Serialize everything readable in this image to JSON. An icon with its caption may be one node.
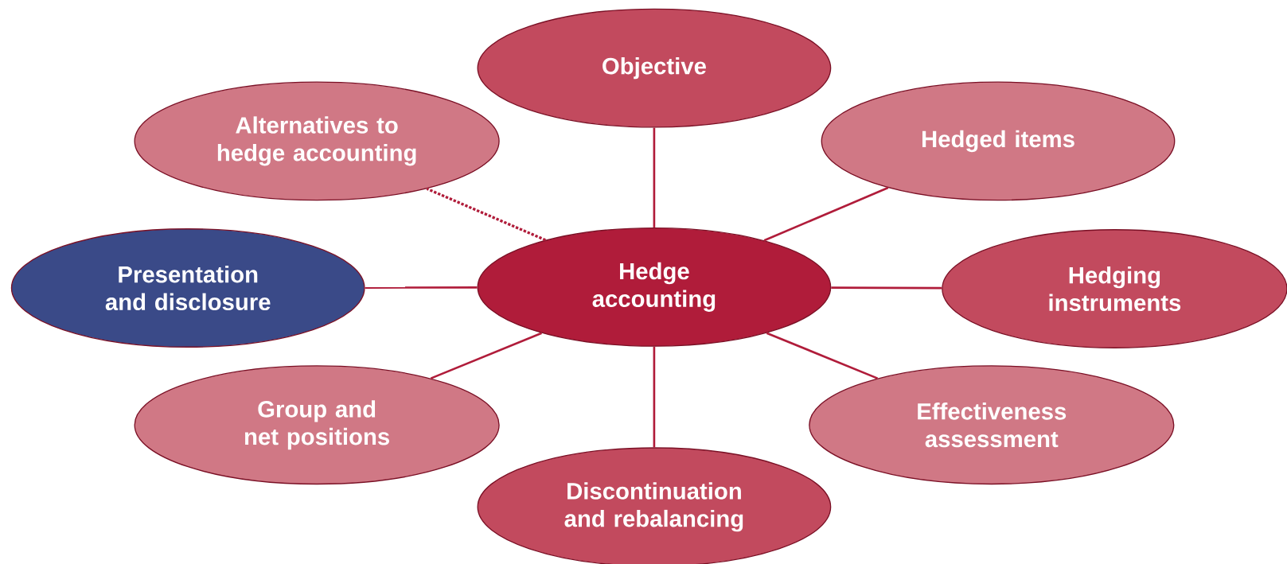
{
  "diagram": {
    "nodes": [
      {
        "text": [
          "Hedge accounting"
        ]
      },
      {
        "text": [
          "Objective"
        ]
      },
      {
        "text": [
          "Hedged items"
        ]
      },
      {
        "text": [
          "Hedging instruments"
        ]
      },
      {
        "text": [
          "Effectiveness assessment"
        ]
      },
      {
        "text": [
          "Discontinuation and rebalancing"
        ]
      },
      {
        "text": [
          "Group and net positions"
        ]
      },
      {
        "text": [
          "Presentation and disclosure"
        ]
      },
      {
        "text": [
          "Alternatives to hedge accounting"
        ]
      }
    ],
    "edges": [
      {
        "from": 0,
        "to": 1,
        "arrow": "none"
      },
      {
        "from": 0,
        "to": 2,
        "arrow": "none"
      },
      {
        "from": 0,
        "to": 3,
        "arrow": "none"
      },
      {
        "from": 0,
        "to": 4,
        "arrow": "none"
      },
      {
        "from": 0,
        "to": 5,
        "arrow": "none"
      },
      {
        "from": 0,
        "to": 6,
        "arrow": "none"
      },
      {
        "from": 0,
        "to": 7,
        "arrow": "none"
      },
      {
        "from": 0,
        "to": 8,
        "arrow": "none",
        "style": "dashed"
      }
    ]
  }
}
